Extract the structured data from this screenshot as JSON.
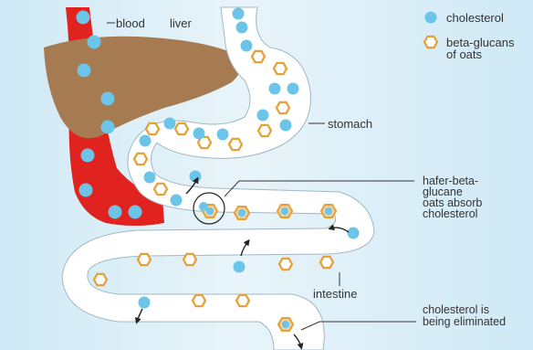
{
  "labels": {
    "blood": "blood",
    "liver": "liver",
    "stomach": "stomach",
    "absorb_line1": "hafer-beta-",
    "absorb_line2": "glucane",
    "absorb_line3": "oats absorb",
    "absorb_line4": "cholesterol",
    "intestine": "intestine",
    "eliminated_line1": "cholesterol is",
    "eliminated_line2": "being eliminated"
  },
  "legend": {
    "cholesterol": "cholesterol",
    "beta_glucans_line1": "beta-glucans",
    "beta_glucans_line2": "of oats"
  },
  "colors": {
    "background": "#d7edf7",
    "skin": "#e9f3f7",
    "blood": "#e0231f",
    "liver": "#a67b52",
    "cholesterol": "#6cc5e9",
    "beta_glucan": "#e6a23a"
  },
  "icons": [
    "cholesterol-dot-icon",
    "beta-glucan-hexagon-icon",
    "arrow-icon"
  ]
}
